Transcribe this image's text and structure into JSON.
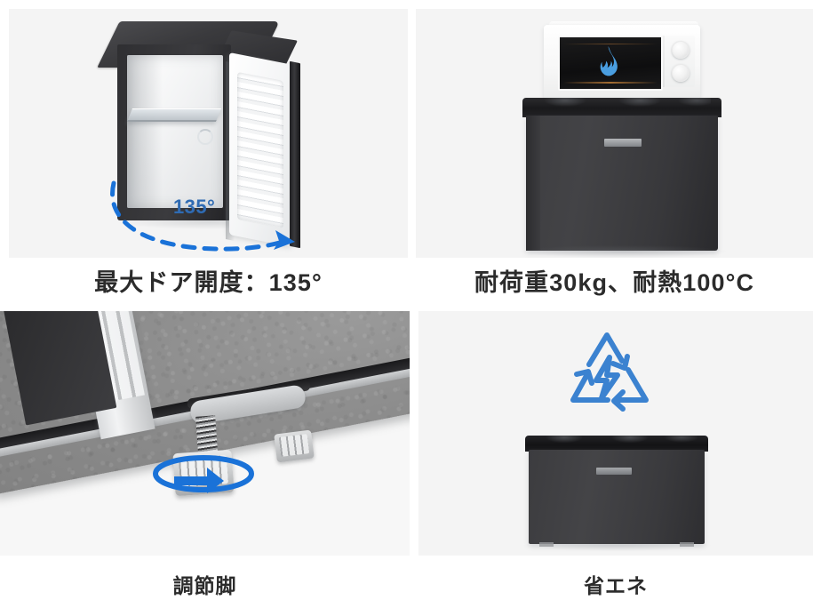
{
  "page": {
    "title": "冷蔵庫 製品特長インフォグラフィック",
    "background_color": "#ffffff",
    "panel_background_color": "#f4f4f4",
    "caption_text_color": "#2b2b2b",
    "accent_blue": "#2f6bb3",
    "flame_blue": "#4a9ee0",
    "arrow_blue": "#1a72d8"
  },
  "panels": [
    {
      "id": "door-angle",
      "position": "top-left",
      "caption": "最大ドア開度：135°",
      "annotation_value": "135°",
      "subject": "扉を135度開いた小型冷蔵庫",
      "icon": "dashed-arc-arrow"
    },
    {
      "id": "load-heat",
      "position": "top-right",
      "caption": "耐荷重30kg、耐熱100°C",
      "subject": "冷蔵庫の上に置いた電子レンジ",
      "icon": "flame-icon"
    },
    {
      "id": "adjustable-feet",
      "position": "bottom-left",
      "caption": "調節脚",
      "subject": "冷蔵庫底面の高さ調節脚",
      "icon": "rotation-arrow"
    },
    {
      "id": "energy-saving",
      "position": "bottom-right",
      "caption": "省エネ",
      "subject": "小型冷蔵庫の正面",
      "icon": "recycle-bolt-icon"
    }
  ]
}
